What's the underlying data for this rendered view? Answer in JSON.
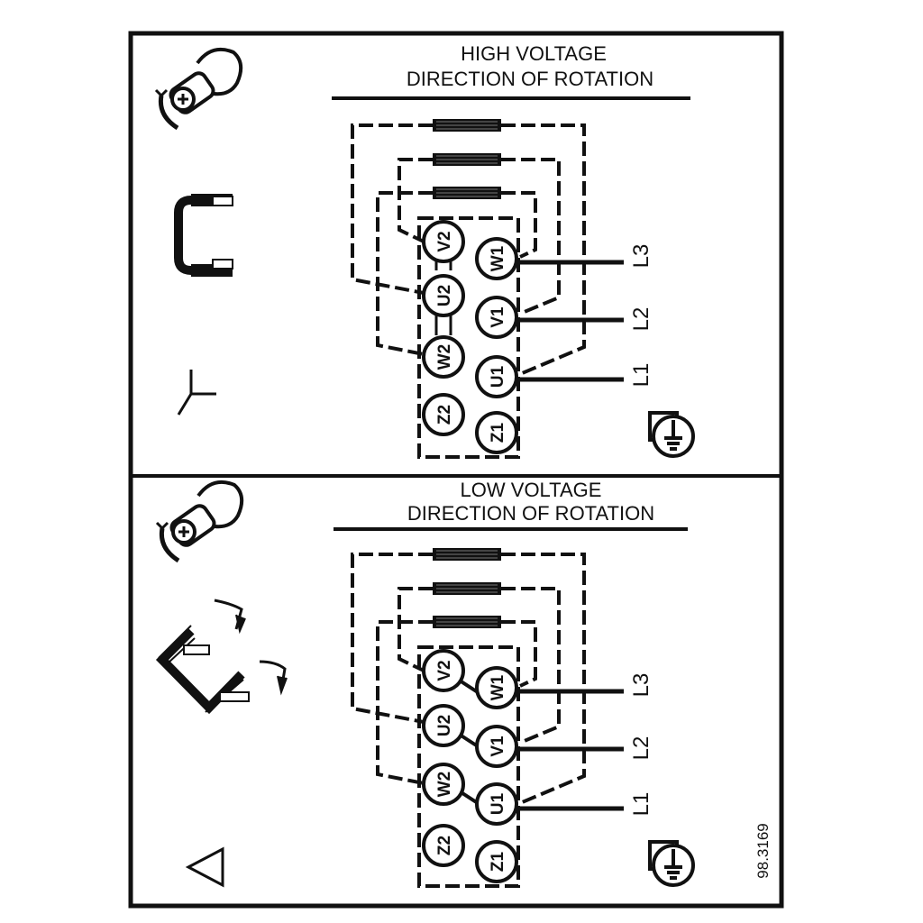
{
  "high_voltage": {
    "title_line1": "HIGH VOLTAGE",
    "title_line2": "DIRECTION OF ROTATION",
    "symbol": "star",
    "terminals": [
      "V2",
      "U2",
      "W2",
      "Z2",
      "W1",
      "V1",
      "U1",
      "Z1"
    ],
    "lines": [
      "L3",
      "L2",
      "L1"
    ]
  },
  "low_voltage": {
    "title_line1": "LOW VOLTAGE",
    "title_line2": "DIRECTION OF ROTATION",
    "symbol": "delta",
    "terminals": [
      "V2",
      "U2",
      "W2",
      "Z2",
      "W1",
      "V1",
      "U1",
      "Z1"
    ],
    "lines": [
      "L3",
      "L2",
      "L1"
    ]
  },
  "document_number": "98.3169",
  "icons": [
    "rotation-screw-icon",
    "star-link-bracket-icon",
    "delta-link-bracket-icon",
    "star-symbol-icon",
    "delta-symbol-icon",
    "ground-icon"
  ]
}
